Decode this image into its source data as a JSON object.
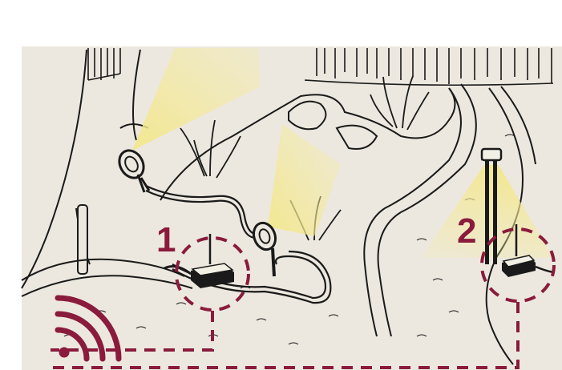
{
  "colors": {
    "background": "#ffffff",
    "scene": "#ece8df",
    "ink": "#1a1a1a",
    "accent": "#8a1b3c",
    "light": "#f6ec9a"
  },
  "callouts": [
    {
      "label": "1",
      "device": "wireless-transformer"
    },
    {
      "label": "2",
      "device": "wireless-transformer"
    }
  ],
  "icons": [
    "wireless-signal-icon",
    "spotlight-icon",
    "path-light-icon",
    "transformer-icon"
  ]
}
